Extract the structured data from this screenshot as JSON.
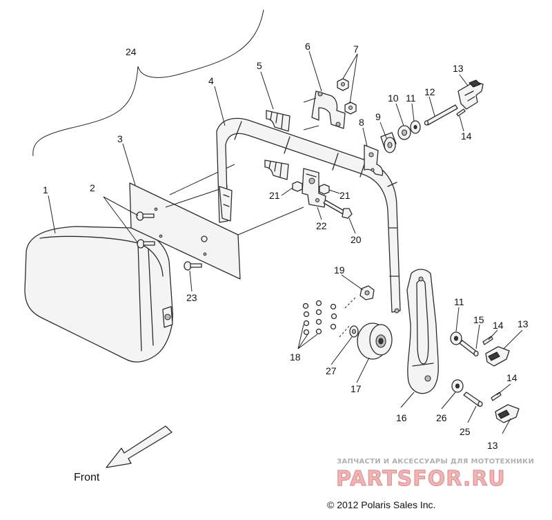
{
  "callouts": {
    "c1": "1",
    "c2": "2",
    "c3": "3",
    "c4": "4",
    "c5": "5",
    "c6": "6",
    "c7": "7",
    "c8": "8",
    "c9": "9",
    "c10": "10",
    "c11a": "11",
    "c11b": "11",
    "c12": "12",
    "c13a": "13",
    "c13b": "13",
    "c13c": "13",
    "c14a": "14",
    "c14b": "14",
    "c14c": "14",
    "c15": "15",
    "c16": "16",
    "c17": "17",
    "c18": "18",
    "c19": "19",
    "c20": "20",
    "c21a": "21",
    "c21b": "21",
    "c22": "22",
    "c23": "23",
    "c24": "24",
    "c25": "25",
    "c26": "26",
    "c27": "27"
  },
  "front_label": "Front",
  "copyright": "© 2012 Polaris Sales Inc.",
  "watermark": {
    "tagline": "ЗАПЧАСТИ И АКСЕССУАРЫ ДЛЯ МОТОТЕХНИКИ",
    "brand": "PARTSFOR.RU"
  }
}
